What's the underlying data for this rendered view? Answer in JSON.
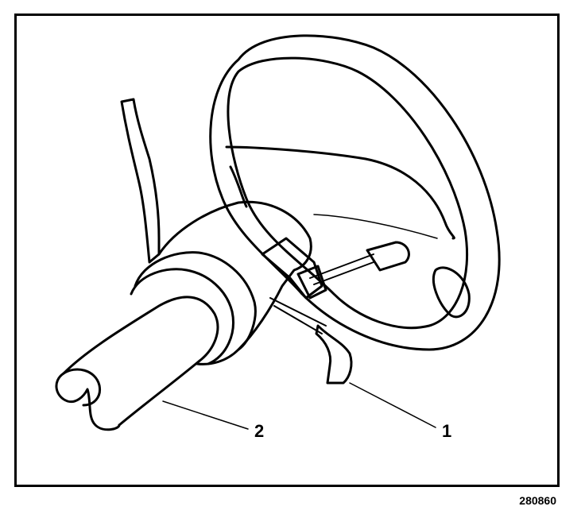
{
  "figure": {
    "subject": "steering-wheel-and-column",
    "figure_number": "280860",
    "callouts": [
      {
        "label": "1",
        "part": "multifunction-lever"
      },
      {
        "label": "2",
        "part": "steering-column"
      }
    ]
  },
  "colors": {
    "line": "#000000",
    "background": "#ffffff"
  }
}
